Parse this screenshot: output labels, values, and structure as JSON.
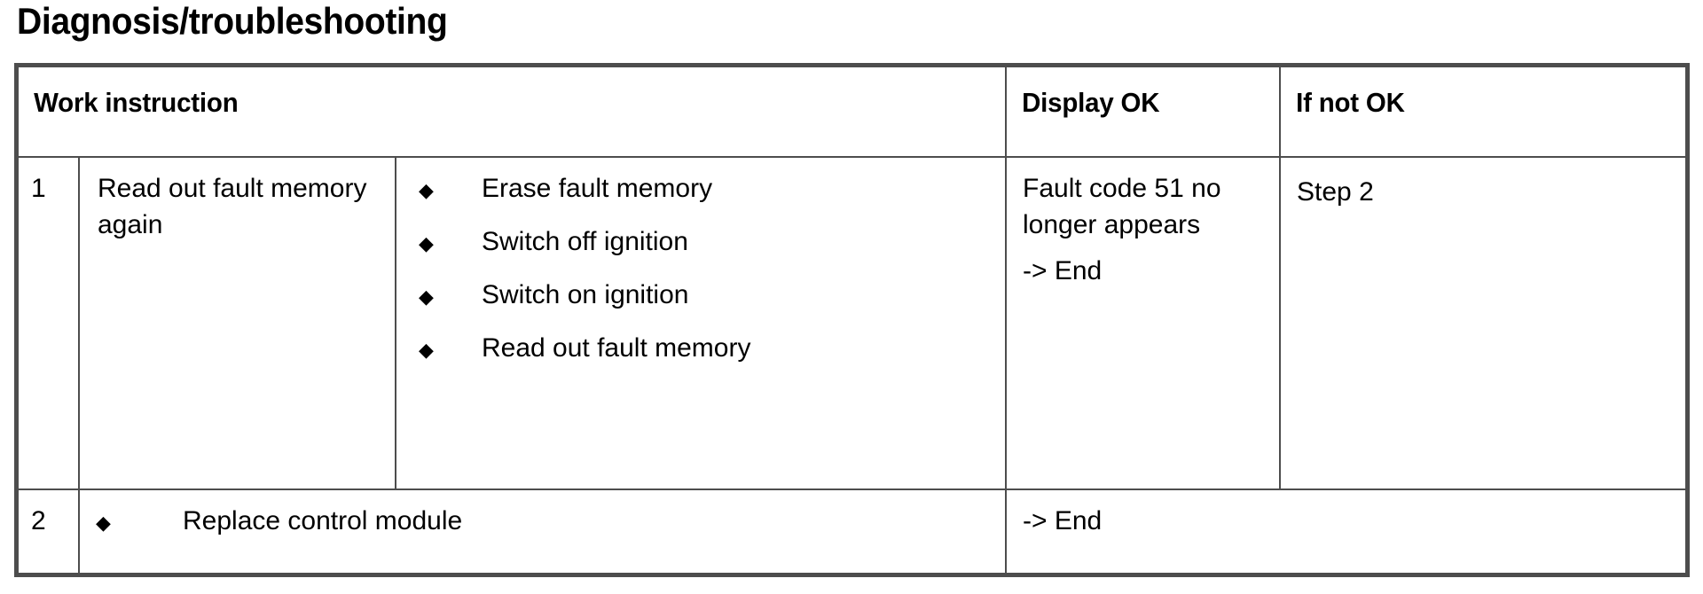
{
  "page": {
    "title": "Diagnosis/troubleshooting",
    "border_color": "#4d4d4d",
    "background_color": "#ffffff",
    "text_color": "#000000"
  },
  "table": {
    "headers": {
      "work_instruction": "Work instruction",
      "display_ok": "Display OK",
      "if_not_ok": "If not OK"
    },
    "rows": [
      {
        "number": "1",
        "instruction": "Read out fault memory again",
        "bullet_glyph": "◆",
        "bullets": [
          "Erase fault memory",
          "Switch off ignition",
          "Switch on ignition",
          "Read out fault memory"
        ],
        "display_ok_lines": [
          "Fault code 51 no longer appears",
          "-> End"
        ],
        "if_not_ok": "Step 2"
      },
      {
        "number": "2",
        "bullet_glyph": "◆",
        "instruction": "Replace control module",
        "result": "-> End"
      }
    ]
  }
}
